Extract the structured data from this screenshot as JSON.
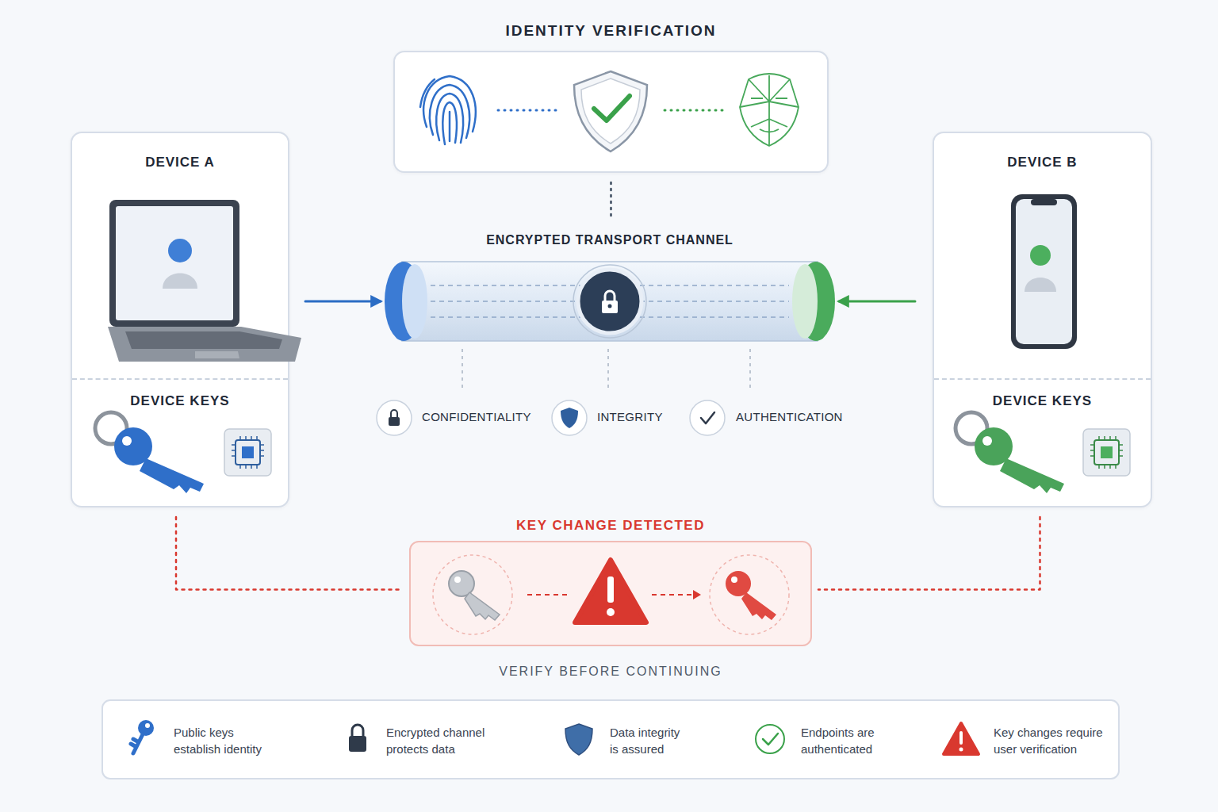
{
  "diagram": {
    "nodes": [
      {
        "text": [
          "IDENTITY VERIFICATION"
        ]
      },
      {
        "text": [
          "DEVICE A",
          "DEVICE KEYS"
        ]
      },
      {
        "text": [
          "ENCRYPTED TRANSPORT CHANNEL"
        ]
      },
      {
        "text": [
          "DEVICE B",
          "DEVICE KEYS"
        ]
      },
      {
        "text": [
          "KEY CHANGE DETECTED",
          "VERIFY BEFORE CONTINUING"
        ]
      }
    ],
    "edges": [
      {
        "from": 1,
        "to": 2,
        "arrow": "to"
      },
      {
        "from": 3,
        "to": 2,
        "arrow": "to"
      },
      {
        "from": 0,
        "to": 2,
        "arrow": "none"
      },
      {
        "from": 1,
        "to": 4,
        "arrow": "none"
      },
      {
        "from": 3,
        "to": 4,
        "arrow": "none"
      }
    ],
    "labels": [
      "CONFIDENTIALITY",
      "INTEGRITY",
      "AUTHENTICATION"
    ],
    "legend": [
      {
        "text": "Public keys establish identity"
      },
      {
        "text": "Encrypted channel protects data"
      },
      {
        "text": "Data integrity is assured"
      },
      {
        "text": "Endpoints are authenticated"
      },
      {
        "text": "Key changes require user verification"
      }
    ]
  }
}
